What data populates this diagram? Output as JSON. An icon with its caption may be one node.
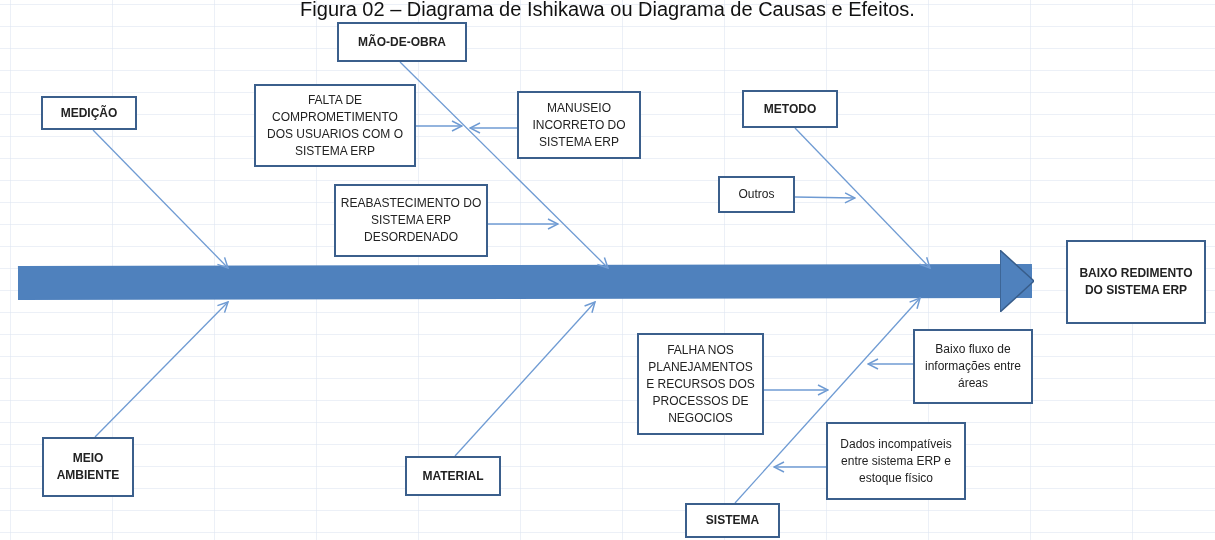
{
  "diagram": {
    "title": "Figura 02 – Diagrama de Ishikawa ou Diagrama de Causas e Efeitos.",
    "nodes": [
      {
        "text": [
          "MÃO-DE-OBRA"
        ]
      },
      {
        "text": [
          "MEDIÇÃO"
        ]
      },
      {
        "text": [
          "FALTA DE COMPROMETIMENTO DOS USUARIOS COM O SISTEMA ERP"
        ]
      },
      {
        "text": [
          "MANUSEIO INCORRETO DO SISTEMA ERP"
        ]
      },
      {
        "text": [
          "METODO"
        ]
      },
      {
        "text": [
          "Outros"
        ]
      },
      {
        "text": [
          "REABASTECIMENTO DO SISTEMA ERP DESORDENADO"
        ]
      },
      {
        "text": [
          "BAIXO REDIMENTO DO SISTEMA ERP"
        ]
      },
      {
        "text": [
          "FALHA NOS PLANEJAMENTOS E RECURSOS DOS PROCESSOS DE NEGOCIOS"
        ]
      },
      {
        "text": [
          "Baixo fluxo de informações entre áreas"
        ]
      },
      {
        "text": [
          "MEIO AMBIENTE"
        ]
      },
      {
        "text": [
          "MATERIAL"
        ]
      },
      {
        "text": [
          "Dados incompatíveis entre sistema ERP e estoque físico"
        ]
      },
      {
        "text": [
          "SISTEMA"
        ]
      }
    ],
    "edges": [
      {
        "from": null,
        "to": 7,
        "arrow": "to",
        "style": "thick"
      },
      {
        "from": 0,
        "to": null,
        "arrow": "to"
      },
      {
        "from": 1,
        "to": null,
        "arrow": "to"
      },
      {
        "from": 4,
        "to": null,
        "arrow": "to"
      },
      {
        "from": 10,
        "to": null,
        "arrow": "to"
      },
      {
        "from": 11,
        "to": null,
        "arrow": "to"
      },
      {
        "from": 13,
        "to": null,
        "arrow": "to"
      },
      {
        "from": 2,
        "to": null,
        "arrow": "to"
      },
      {
        "from": 3,
        "to": null,
        "arrow": "to"
      },
      {
        "from": 6,
        "to": null,
        "arrow": "to"
      },
      {
        "from": 5,
        "to": null,
        "arrow": "to"
      },
      {
        "from": 8,
        "to": null,
        "arrow": "to"
      },
      {
        "from": 9,
        "to": null,
        "arrow": "to"
      },
      {
        "from": 12,
        "to": null,
        "arrow": "to"
      }
    ]
  }
}
